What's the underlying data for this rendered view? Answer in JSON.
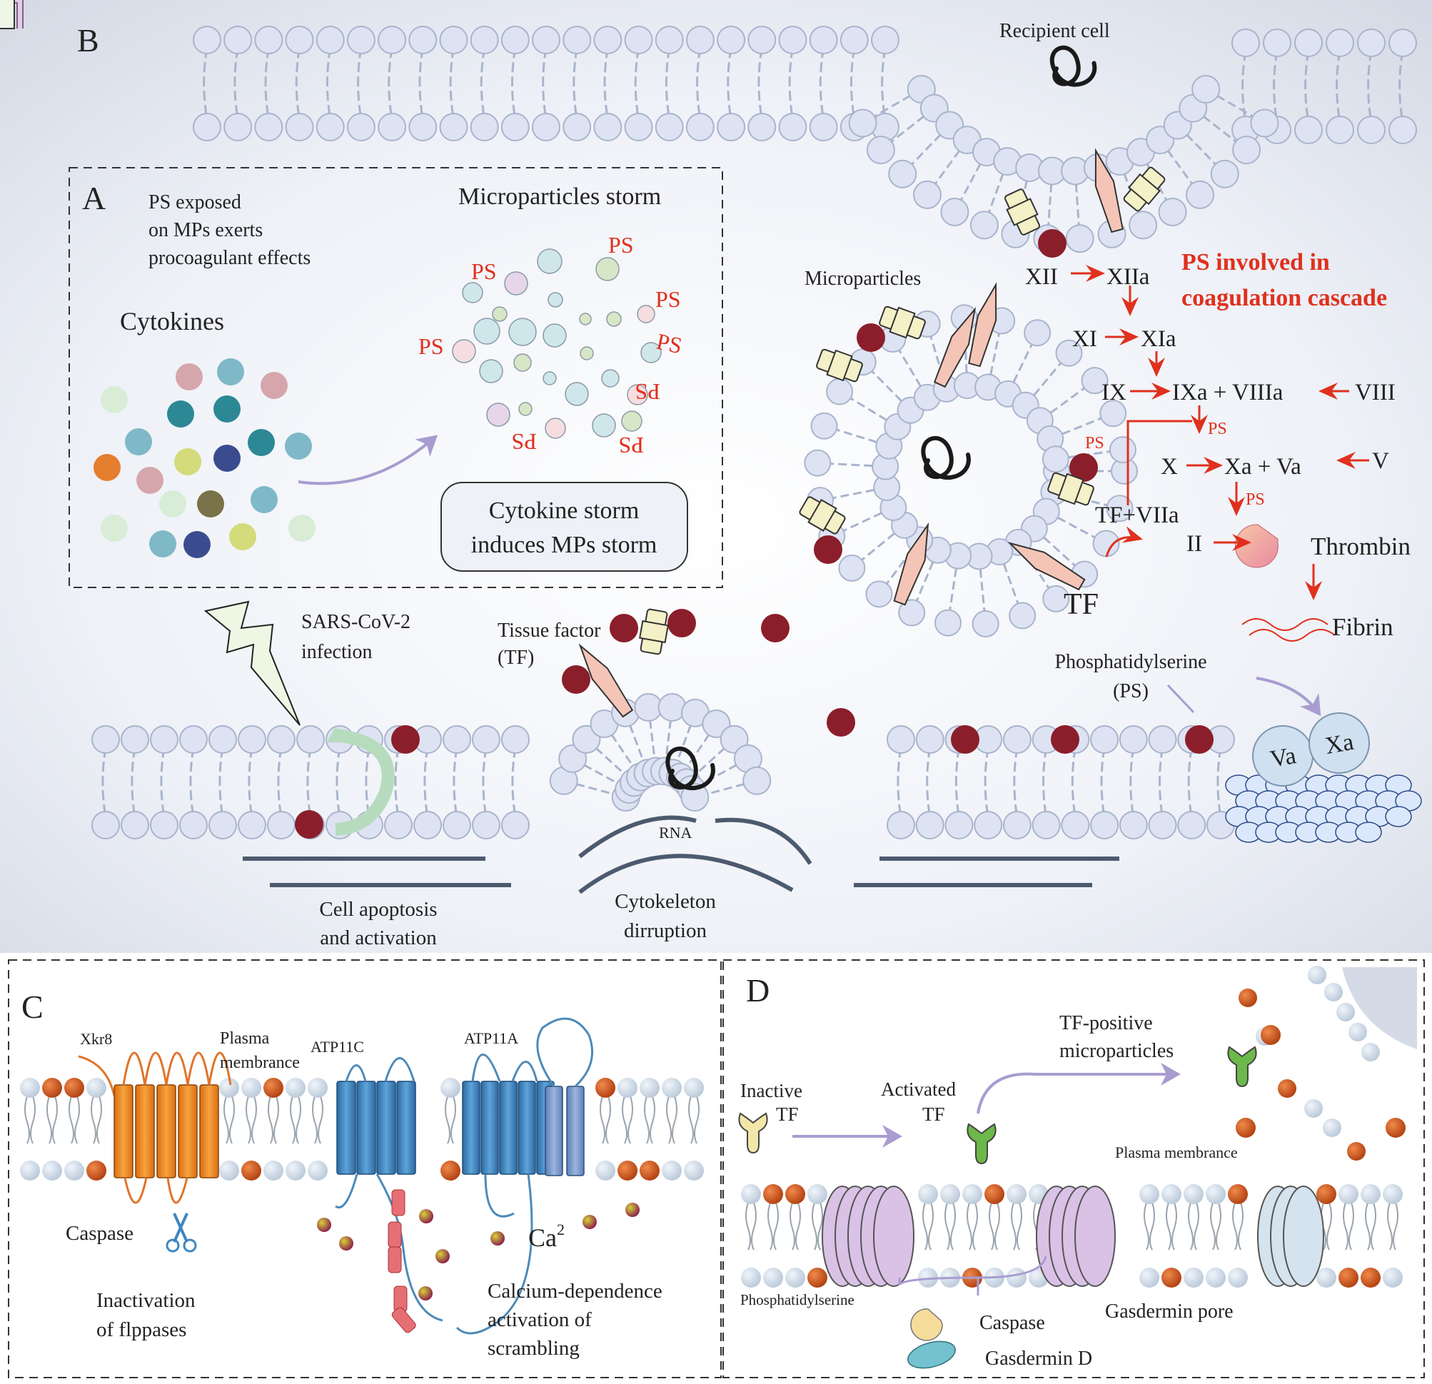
{
  "colors": {
    "background_top": "#d8dce8",
    "background_mid": "#ffffff",
    "lipid_head": "#dde3f2",
    "lipid_stroke": "#a9b4cc",
    "ps_red": "#8b1e2b",
    "accent_red": "#e0301e",
    "arrow_purple": "#a89cd0",
    "cytoskeleton": "#4d5a6e",
    "orange_head": "#c9541f",
    "xkr8_orange": "#f08a2a",
    "atp_blue": "#3f86c0",
    "gasdermin_purple": "#d9c2e6"
  },
  "panel_letters": {
    "a": "A",
    "b": "B",
    "c": "C",
    "d": "D"
  },
  "panel_a": {
    "ps_note": [
      "PS exposed",
      "on MPs exerts",
      "procoagulant effects"
    ],
    "title": "Microparticles storm",
    "cytokines_label": "Cytokines",
    "ps_label": "PS",
    "storm_box": [
      "Cytokine storm",
      "induces MPs storm"
    ]
  },
  "panel_b": {
    "recipient_cell": "Recipient cell",
    "microparticles": "Microparticles",
    "coag_title": [
      "PS involved in",
      "coagulation cascade"
    ],
    "sars": [
      "SARS-CoV-2",
      "infection"
    ],
    "tissue_factor": [
      "Tissue factor",
      "(TF)"
    ],
    "rna": "RNA",
    "apoptosis": [
      "Cell apoptosis",
      "and activation"
    ],
    "cytoskeleton": [
      "Cytokeleton",
      "dirruption"
    ],
    "phosphatidylserine": [
      "Phosphatidylserine",
      "(PS)"
    ],
    "tf": "TF",
    "ps_small": "PS",
    "va": "Va",
    "xa": "Xa",
    "cascade": {
      "xii": "XII",
      "xiia": "XIIa",
      "xi": "XI",
      "xia": "XIa",
      "ix": "IX",
      "ixa_viiia": "IXa + VIIIa",
      "viii": "VIII",
      "x": "X",
      "xa_va": "Xa + Va",
      "v": "V",
      "tf_viia": "TF+VIIa",
      "ii": "II",
      "thrombin": "Thrombin",
      "fibrin": "Fibrin"
    }
  },
  "panel_c": {
    "xkr8": "Xkr8",
    "plasma_membrane": [
      "Plasma",
      "membrance"
    ],
    "atp11c": "ATP11C",
    "atp11a": "ATP11A",
    "caspase": "Caspase",
    "ca": "Ca",
    "ca_sup": "2",
    "inactivation": [
      "Inactivation",
      "of flppases"
    ],
    "calcium": [
      "Calcium-dependence",
      "activation of",
      "scrambling"
    ]
  },
  "panel_d": {
    "inactive_tf": [
      "Inactive",
      "TF"
    ],
    "activated_tf": [
      "Activated",
      "TF"
    ],
    "tf_positive": [
      "TF-positive",
      "microparticles"
    ],
    "plasma_membrane": "Plasma membrance",
    "phosphatidylserine": "Phosphatidylserine",
    "caspase": "Caspase",
    "gasdermin_pore": "Gasdermin pore",
    "gasdermin_d": "Gasdermin D"
  }
}
